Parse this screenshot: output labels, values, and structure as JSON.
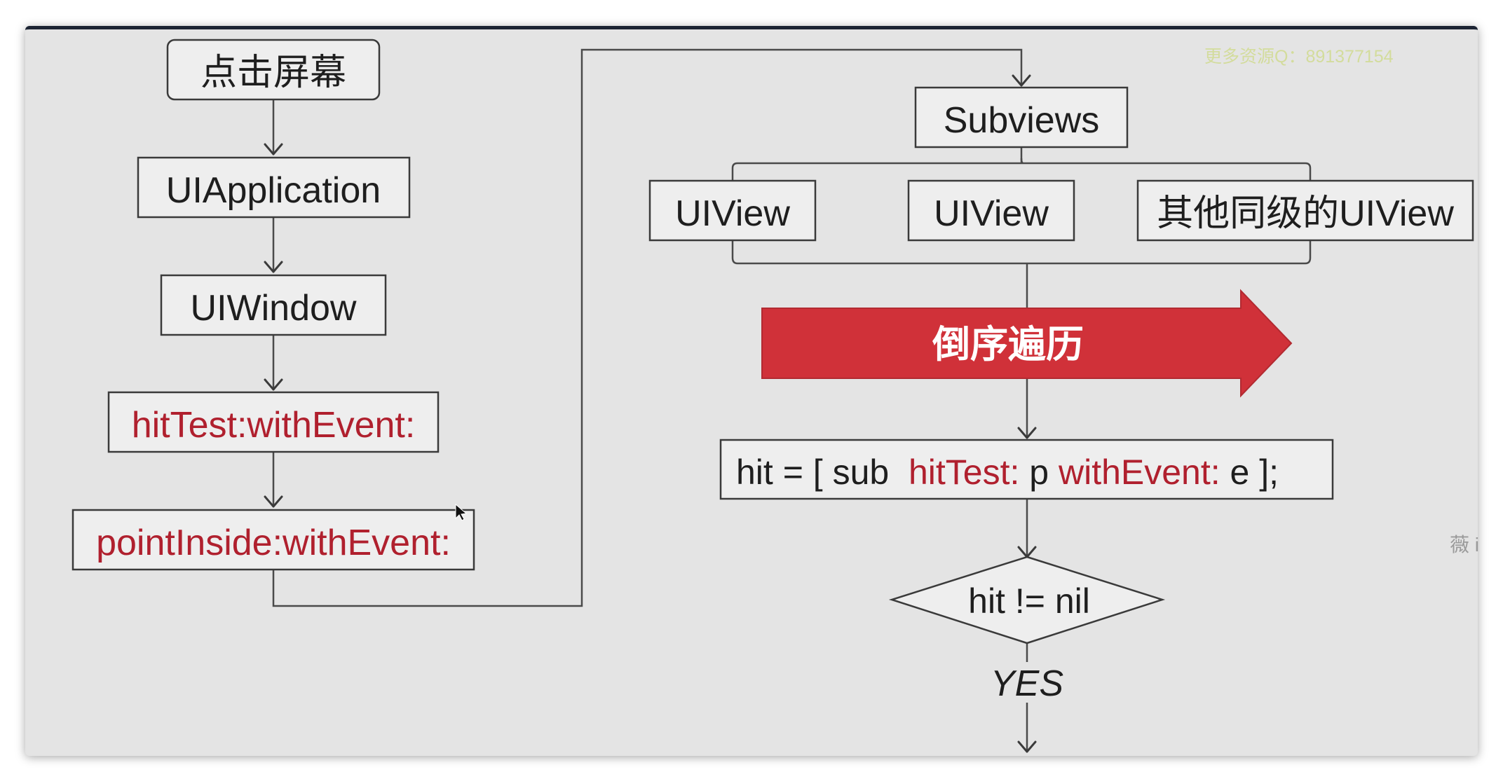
{
  "diagram": {
    "nodes": {
      "tap_screen": "点击屏幕",
      "uiapplication": "UIApplication",
      "uiwindow": "UIWindow",
      "hittest": "hitTest:withEvent:",
      "pointinside": "pointInside:withEvent:",
      "subviews": "Subviews",
      "uiview_1": "UIView",
      "uiview_2": "UIView",
      "other_uiview": "其他同级的UIView",
      "reverse_traverse": "倒序遍历",
      "hit_code": {
        "part1": "hit = [ sub  ",
        "part2": "hitTest:",
        "part3": " p ",
        "part4": "withEvent:",
        "part5": " e ];"
      },
      "decision": "hit != nil",
      "yes": "YES"
    },
    "watermark": "更多资源Q：891377154",
    "side_note": "薇 i",
    "colors": {
      "background": "#e4e4e4",
      "method_text": "#b0202e",
      "big_arrow": "#d03139",
      "watermark": "#d3dc9c"
    }
  }
}
